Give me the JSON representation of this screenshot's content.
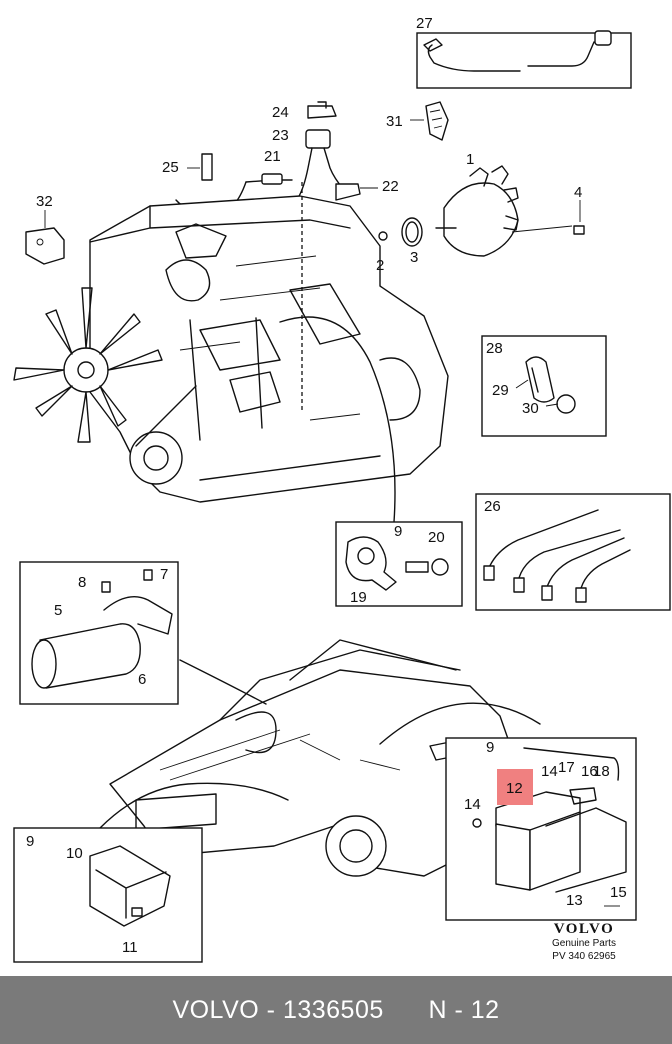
{
  "callouts": {
    "c1": "1",
    "c2": "2",
    "c3": "3",
    "c4": "4",
    "c5": "5",
    "c6": "6",
    "c7": "7",
    "c8": "8",
    "c9a": "9",
    "c9b": "9",
    "c9c": "9",
    "c10": "10",
    "c11": "11",
    "c12": "12",
    "c13": "13",
    "c14a": "14",
    "c14b": "14",
    "c15": "15",
    "c16": "16",
    "c17": "17",
    "c18": "18",
    "c19": "19",
    "c20": "20",
    "c21": "21",
    "c22": "22",
    "c23": "23",
    "c24": "24",
    "c25": "25",
    "c26": "26",
    "c27": "27",
    "c28": "28",
    "c29": "29",
    "c30": "30",
    "c31": "31",
    "c32": "32"
  },
  "brand": {
    "logo": "VOLVO",
    "line1": "Genuine Parts",
    "code": "PV 340 62965"
  },
  "footer": {
    "part_label": "VOLVO - 1336505",
    "ref_label": "N - 12"
  },
  "colors": {
    "highlight": "#f08080",
    "footer_bg": "#7a7a7a",
    "footer_text": "#ffffff"
  }
}
